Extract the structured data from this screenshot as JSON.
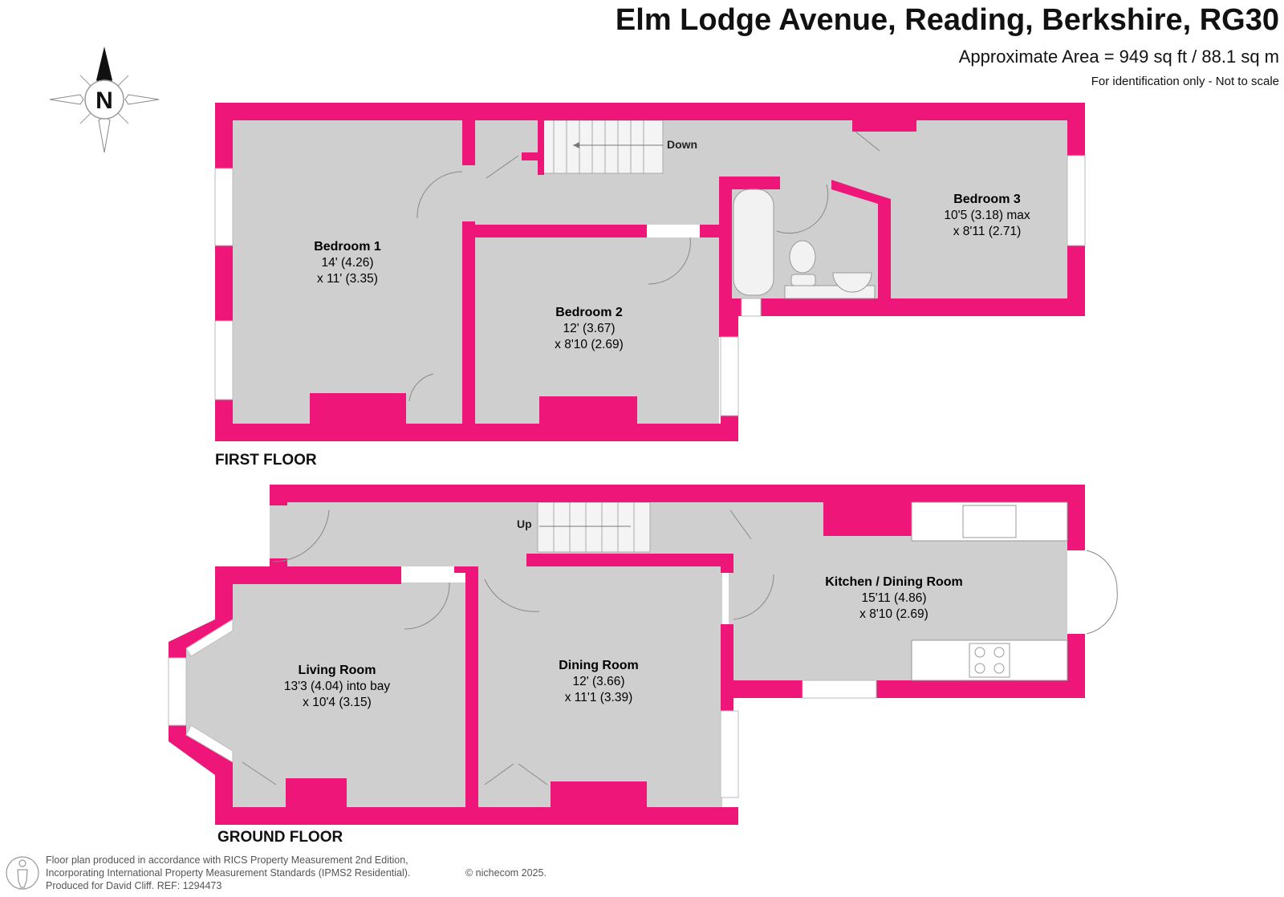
{
  "header": {
    "title": "Elm Lodge Avenue, Reading, Berkshire, RG30",
    "area": "Approximate Area = 949 sq ft / 88.1 sq m",
    "note": "For identification only - Not to scale"
  },
  "compass": {
    "label": "N"
  },
  "first_floor": {
    "label": "FIRST FLOOR",
    "stairs_label": "Down",
    "rooms": [
      {
        "name": "Bedroom 1",
        "dim1": "14' (4.26)",
        "dim2": "x 11' (3.35)"
      },
      {
        "name": "Bedroom 2",
        "dim1": "12' (3.67)",
        "dim2": "x 8'10 (2.69)"
      },
      {
        "name": "Bedroom 3",
        "dim1": "10'5 (3.18) max",
        "dim2": "x 8'11 (2.71)"
      }
    ]
  },
  "ground_floor": {
    "label": "GROUND FLOOR",
    "stairs_label": "Up",
    "rooms": [
      {
        "name": "Living Room",
        "dim1": "13'3 (4.04) into bay",
        "dim2": "x 10'4 (3.15)"
      },
      {
        "name": "Dining Room",
        "dim1": "12' (3.66)",
        "dim2": "x 11'1 (3.39)"
      },
      {
        "name": "Kitchen / Dining Room",
        "dim1": "15'11 (4.86)",
        "dim2": "x 8'10 (2.69)"
      }
    ]
  },
  "footer": {
    "line1": "Floor plan produced in accordance with RICS Property Measurement 2nd Edition,",
    "line2": "Incorporating International Property Measurement Standards (IPMS2 Residential).",
    "line3": "Produced for David Cliff.   REF:  1294473",
    "copyright": "© nichecom 2025."
  },
  "colors": {
    "wall": "#ee1679",
    "floor": "#cfcfcf",
    "window": "#ffffff"
  }
}
